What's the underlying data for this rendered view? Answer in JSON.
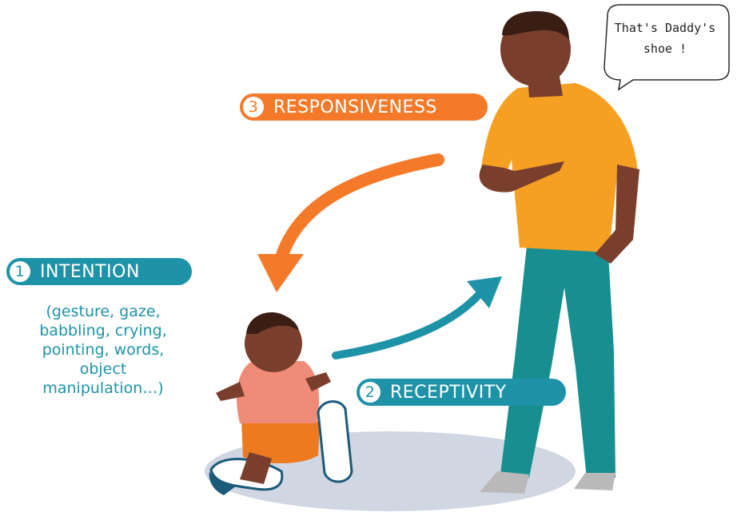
{
  "labels": {
    "intention": {
      "number": "1",
      "text": "INTENTION"
    },
    "receptivity": {
      "number": "2",
      "text": "RECEPTIVITY"
    },
    "responsiveness": {
      "number": "3",
      "text": "RESPONSIVENESS"
    }
  },
  "intention_description": "(gesture, gaze,\nbabbling, crying,\npointing, words,\nobject\nmanipulation…)",
  "speech_bubble": "That's Daddy's\nshoe !",
  "colors": {
    "teal": "#1e93a8",
    "orange": "#f47a2a",
    "shirt": "#f5a023",
    "pants": "#178f90",
    "skin": "#7a3f2c",
    "baby_shirt": "#ef8c78",
    "baby_shorts": "#ec7a1f",
    "floor": "#d0d6e2"
  },
  "icons": [
    "curved-arrow-icon",
    "speech-bubble-icon"
  ]
}
